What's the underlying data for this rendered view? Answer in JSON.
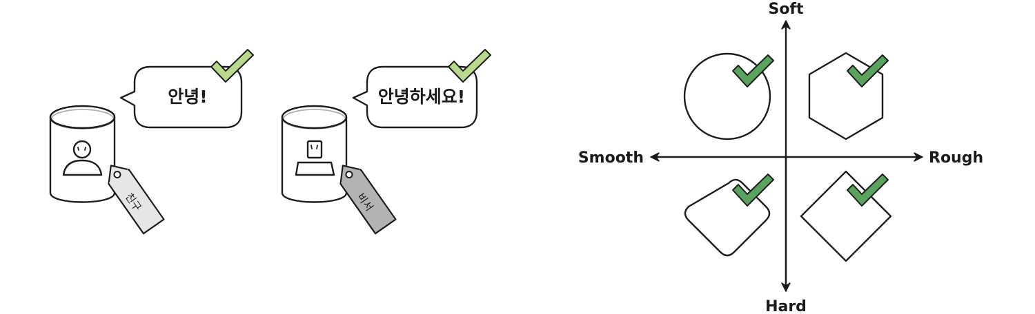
{
  "left_scene": {
    "friend": {
      "speech": "안녕!",
      "tag_label": "친구",
      "tag_color": "#e6e6e6",
      "check_color": "#b9d98c"
    },
    "secretary": {
      "speech": "안녕하세요!",
      "tag_label": "비서",
      "tag_color": "#b3b3b3",
      "check_color": "#b9d98c"
    }
  },
  "quadrant": {
    "labels": {
      "top": "Soft",
      "bottom": "Hard",
      "left": "Smooth",
      "right": "Rough"
    },
    "check_color": "#5aa35e",
    "shapes": {
      "top_left": "circle",
      "top_right": "hexagon",
      "bottom_left": "rounded-diamond",
      "bottom_right": "diamond"
    }
  }
}
